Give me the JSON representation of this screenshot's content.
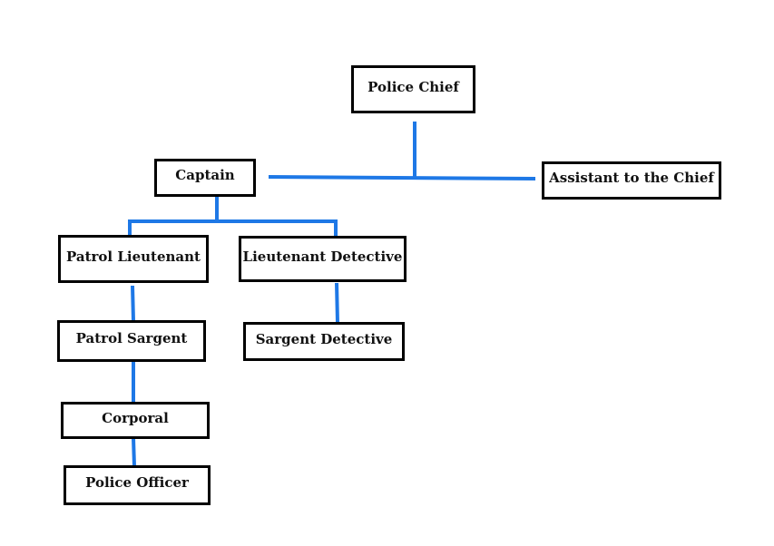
{
  "org_chart": {
    "line_color": "#1e78e6",
    "nodes": {
      "police_chief": "Police Chief",
      "captain": "Captain",
      "assistant_to_the_chief": "Assistant to the Chief",
      "patrol_lieutenant": "Patrol Lieutenant",
      "lieutenant_detective": "Lieutenant Detective",
      "patrol_sargent": "Patrol Sargent",
      "sargent_detective": "Sargent Detective",
      "corporal": "Corporal",
      "police_officer": "Police Officer"
    }
  }
}
